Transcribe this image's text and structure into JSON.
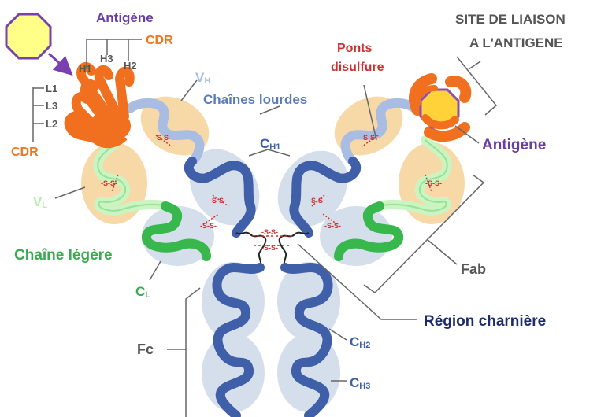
{
  "labels": {
    "antigen_top_left": "Antigène",
    "cdr_top": "CDR",
    "h1": "H1",
    "h2": "H2",
    "h3": "H3",
    "l1": "L1",
    "l2": "L2",
    "l3": "L3",
    "cdr_left": "CDR",
    "vh_main": "V",
    "vh_sub": "H",
    "vl_main": "V",
    "vl_sub": "L",
    "heavy_chains": "Chaînes lourdes",
    "ch1_main": "C",
    "ch1_sub": "H1",
    "light_chain": "Chaîne légère",
    "cl_main": "C",
    "cl_sub": "L",
    "site_line1": "SITE DE LIAISON",
    "site_line2": "A L'ANTIGENE",
    "ponts_line1": "Ponts",
    "ponts_line2": "disulfure",
    "antigen_right": "Antigène",
    "fab": "Fab",
    "hinge": "Région charnière",
    "fc": "Fc",
    "ch2_main": "C",
    "ch2_sub": "H2",
    "ch3_main": "C",
    "ch3_sub": "H3",
    "ss": "-S-S-"
  },
  "colors": {
    "antigen": "#ffe270",
    "cdr": "#f07020",
    "heavy_variable": "#a9bde3",
    "heavy_constant": "#3f5fa8",
    "light_variable": "#c9f5c2",
    "light_constant": "#38b84c",
    "variable_bg": "#f7d9a8",
    "constant_bg": "#d5dfec",
    "purple_text": "#6a3da0",
    "orange_text": "#ee7722",
    "blue_text": "#5a7bb8",
    "green_text": "#3aaa50",
    "red_text": "#d03030",
    "dark_text": "#3a3a3a",
    "navy_text": "#1f2c6b"
  }
}
